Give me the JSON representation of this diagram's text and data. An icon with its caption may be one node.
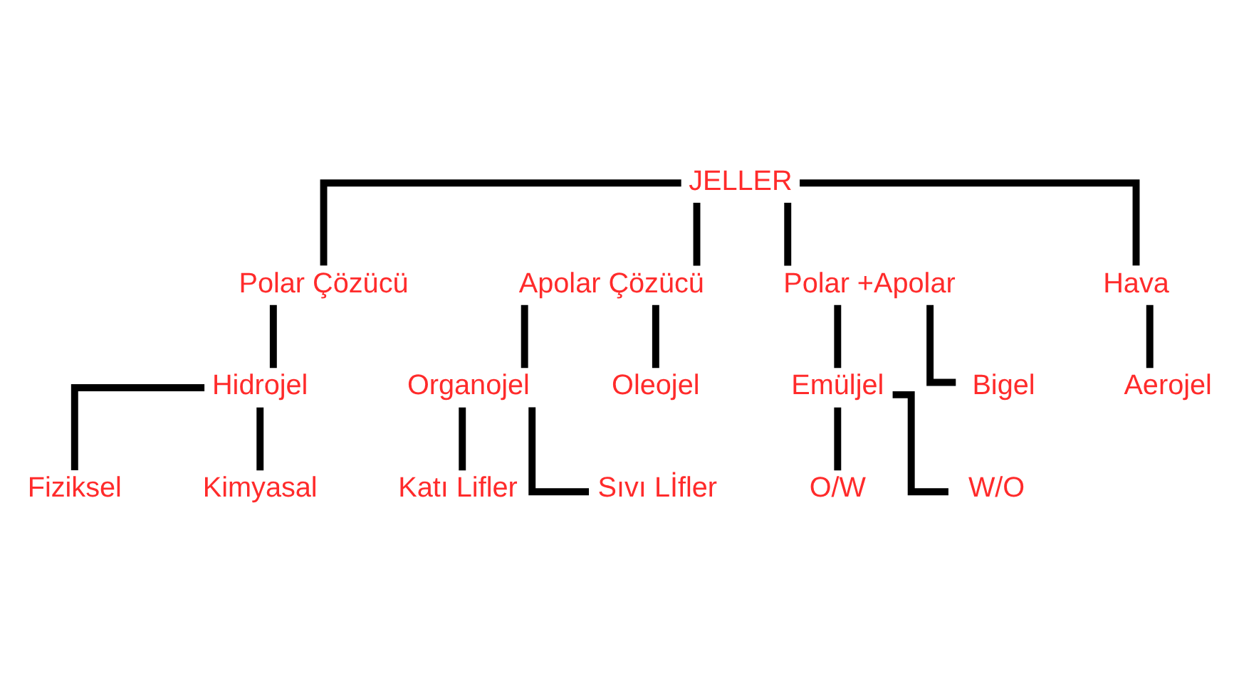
{
  "diagram": {
    "nodes": [
      {
        "text": [
          "JELLER"
        ]
      },
      {
        "text": [
          "Polar Çözücü"
        ]
      },
      {
        "text": [
          "Apolar Çözücü"
        ]
      },
      {
        "text": [
          "Polar +Apolar"
        ]
      },
      {
        "text": [
          "Hava"
        ]
      },
      {
        "text": [
          "Hidrojel"
        ]
      },
      {
        "text": [
          "Organojel"
        ]
      },
      {
        "text": [
          "Oleojel"
        ]
      },
      {
        "text": [
          "Emüljel"
        ]
      },
      {
        "text": [
          "Bigel"
        ]
      },
      {
        "text": [
          "Aerojel"
        ]
      },
      {
        "text": [
          "Fiziksel"
        ]
      },
      {
        "text": [
          "Kimyasal"
        ]
      },
      {
        "text": [
          "Katı Lifler"
        ]
      },
      {
        "text": [
          "Sıvı Lİfler"
        ]
      },
      {
        "text": [
          "O/W"
        ]
      },
      {
        "text": [
          "W/O"
        ]
      }
    ],
    "edges": [
      {
        "from": 0,
        "to": 1,
        "arrow": "none"
      },
      {
        "from": 0,
        "to": 2,
        "arrow": "none"
      },
      {
        "from": 0,
        "to": 3,
        "arrow": "none"
      },
      {
        "from": 0,
        "to": 4,
        "arrow": "none"
      },
      {
        "from": 1,
        "to": 5,
        "arrow": "none"
      },
      {
        "from": 2,
        "to": 6,
        "arrow": "none"
      },
      {
        "from": 2,
        "to": 7,
        "arrow": "none"
      },
      {
        "from": 3,
        "to": 8,
        "arrow": "none"
      },
      {
        "from": 3,
        "to": 9,
        "arrow": "none"
      },
      {
        "from": 4,
        "to": 10,
        "arrow": "none"
      },
      {
        "from": 5,
        "to": 11,
        "arrow": "none"
      },
      {
        "from": 5,
        "to": 12,
        "arrow": "none"
      },
      {
        "from": 6,
        "to": 13,
        "arrow": "none"
      },
      {
        "from": 6,
        "to": 14,
        "arrow": "none"
      },
      {
        "from": 8,
        "to": 15,
        "arrow": "none"
      },
      {
        "from": 8,
        "to": 16,
        "arrow": "none"
      }
    ]
  }
}
